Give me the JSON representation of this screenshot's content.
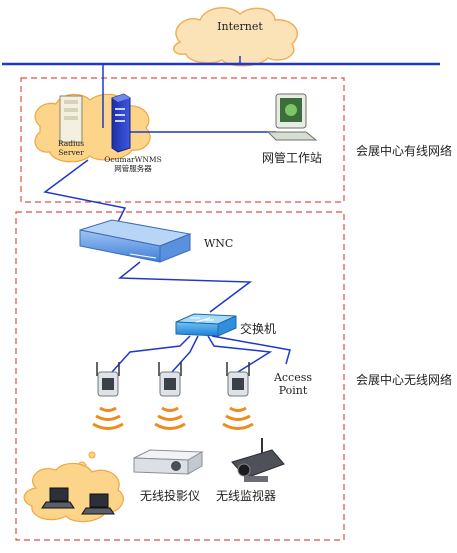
{
  "internet": {
    "label": "Internet"
  },
  "wired_network": {
    "label": "会展中心有线网络",
    "radius": {
      "line1": "Radius",
      "line2": "Server"
    },
    "nms": {
      "line1": "OcumarWNMS",
      "line2": "网管服务器"
    },
    "workstation": {
      "label": "网管工作站"
    }
  },
  "wireless_network": {
    "label": "会展中心无线网络",
    "wnc": {
      "label": "WNC"
    },
    "switch": {
      "label": "交换机"
    },
    "access_point": {
      "line1": "Access",
      "line2": "Point"
    },
    "projector": {
      "label": "无线投影仪"
    },
    "camera": {
      "label": "无线监视器"
    }
  },
  "colors": {
    "link": "#1f38c9",
    "dashed_border": "#e0504a",
    "cloud_internet": "#fce3b7",
    "cloud_lan": "#fcd48a",
    "wave": "#f08a1c"
  }
}
